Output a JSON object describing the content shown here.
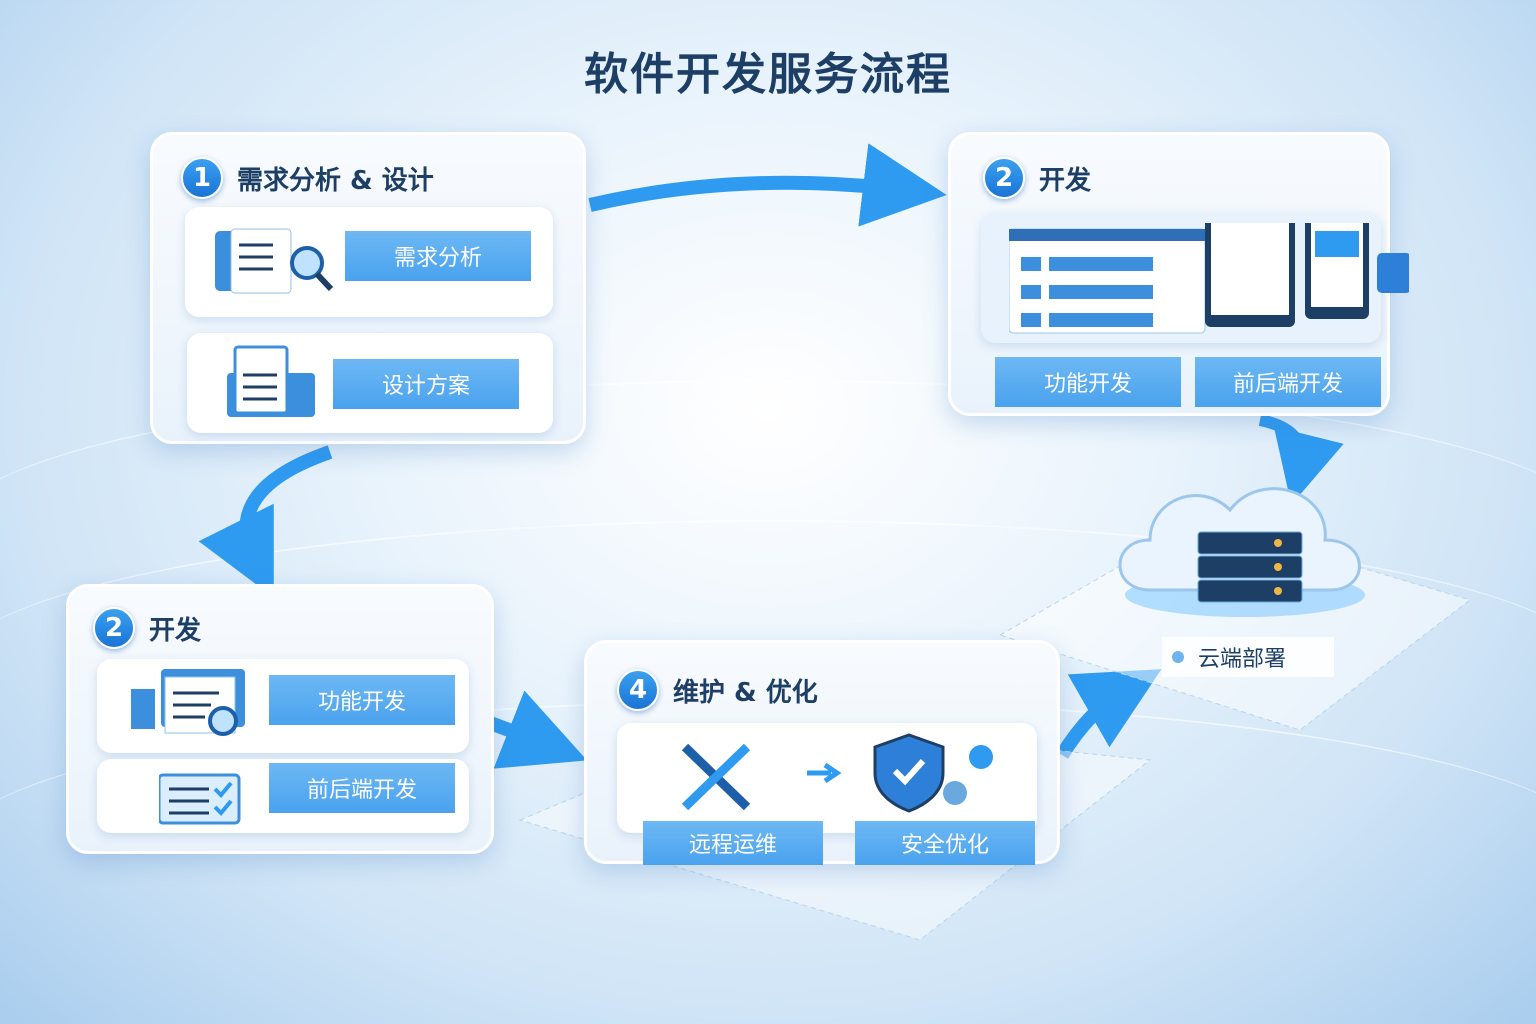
{
  "title": "软件开发服务流程",
  "steps": [
    {
      "number": "1",
      "heading": "需求分析 & 设计",
      "items": [
        "需求分析",
        "设计方案"
      ]
    },
    {
      "number": "2",
      "heading": "开发",
      "items": [
        "功能开发",
        "前后端开发"
      ]
    },
    {
      "number": "2",
      "heading": "开发",
      "items": [
        "功能开发",
        "前后端开发"
      ]
    },
    {
      "number": "4",
      "heading": "维护 & 优化",
      "items": [
        "远程运维",
        "安全优化"
      ]
    }
  ],
  "cloud": {
    "label": "云端部署"
  },
  "colors": {
    "accent": "#4aa2ee",
    "heading": "#1d3f66",
    "arrow": "#2e9bf0"
  }
}
